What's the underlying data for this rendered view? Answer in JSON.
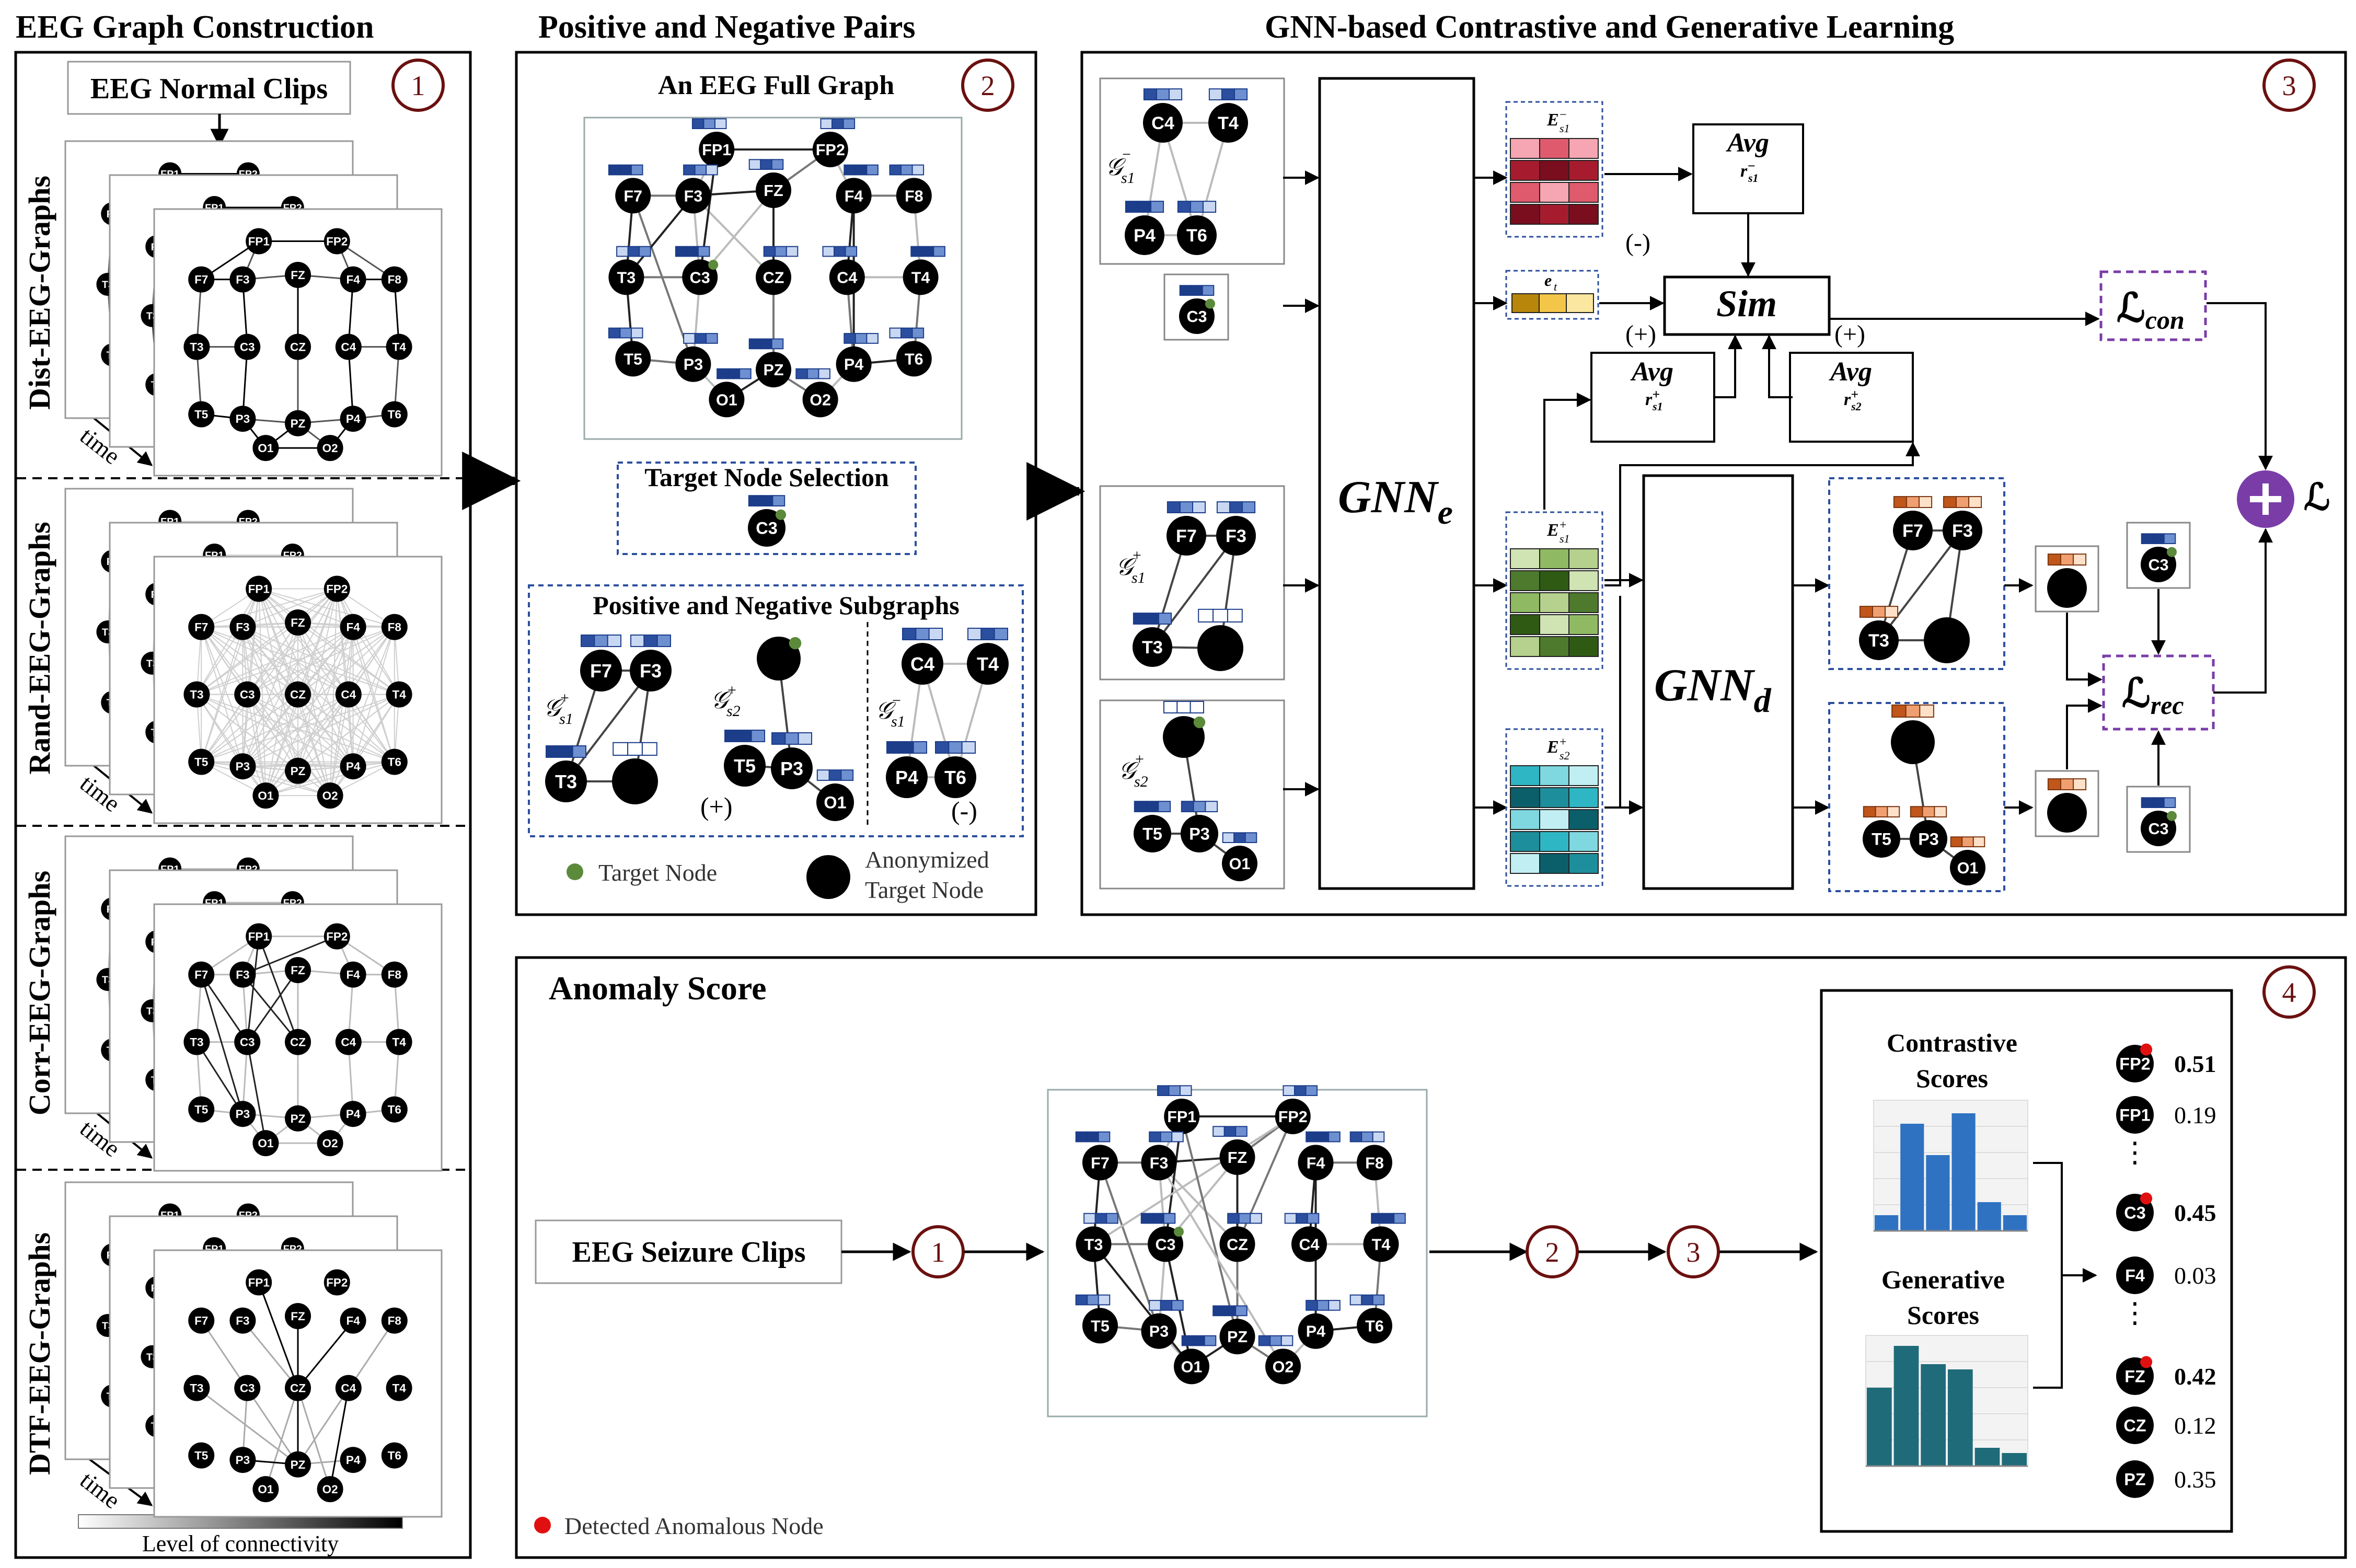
{
  "sections": {
    "s1": {
      "title": "EEG Graph Construction",
      "num": "1",
      "clips": "EEG Normal Clips"
    },
    "s2": {
      "title": "Positive and Negative Pairs",
      "num": "2",
      "full": "An EEG Full Graph",
      "sel": "Target Node Selection",
      "sub": "Positive and Negative Subgraphs",
      "plus": "(+)",
      "minus": "(-)"
    },
    "s3": {
      "title": "GNN-based Contrastive and Generative Learning",
      "num": "3"
    },
    "s4": {
      "title": "Anomaly Score",
      "num": "4",
      "clips": "EEG Seizure Clips"
    }
  },
  "graph_types": [
    "Dist-EEG-Graphs",
    "Rand-EEG-Graphs",
    "Corr-EEG-Graphs",
    "DTF-EEG-Graphs"
  ],
  "time_label": "time",
  "colorbar_label": "Level of connectivity",
  "electrodes": {
    "FP1": [
      0.33,
      0.05
    ],
    "FP2": [
      0.67,
      0.05
    ],
    "F7": [
      0.08,
      0.22
    ],
    "F3": [
      0.26,
      0.22
    ],
    "FZ": [
      0.5,
      0.2
    ],
    "F4": [
      0.74,
      0.22
    ],
    "F8": [
      0.92,
      0.22
    ],
    "T3": [
      0.06,
      0.52
    ],
    "C3": [
      0.28,
      0.52
    ],
    "CZ": [
      0.5,
      0.52
    ],
    "C4": [
      0.72,
      0.52
    ],
    "T4": [
      0.94,
      0.52
    ],
    "T5": [
      0.08,
      0.82
    ],
    "P3": [
      0.26,
      0.84
    ],
    "PZ": [
      0.5,
      0.86
    ],
    "P4": [
      0.74,
      0.84
    ],
    "T6": [
      0.92,
      0.82
    ],
    "O1": [
      0.36,
      0.97
    ],
    "O2": [
      0.64,
      0.97
    ]
  },
  "legend": {
    "target": "Target Node",
    "anon1": "Anonymized",
    "anon2": "Target Node",
    "detected": "Detected Anomalous Node"
  },
  "gnn": {
    "enc": "GNN",
    "enc_sub": "e",
    "dec": "GNN",
    "dec_sub": "d"
  },
  "sim": "Sim",
  "avg": "Avg",
  "losses": {
    "con": "ℒ",
    "con_sub": "con",
    "rec": "ℒ",
    "rec_sub": "rec",
    "total": "ℒ"
  },
  "signs": {
    "plus": "(+)",
    "minus": "(-)"
  },
  "subgraph_labels": {
    "neg": "𝒢",
    "neg_sub": "s1",
    "neg_sup": "−",
    "pos1": "𝒢",
    "pos1_sub": "s1",
    "pos_sup": "+",
    "pos2": "𝒢",
    "pos2_sub": "s2"
  },
  "emb_labels": {
    "Es1neg": "E",
    "Es1pos": "E",
    "Es2pos": "E",
    "et": "e",
    "et_sub": "t",
    "r_neg": "r",
    "r_pos1": "r",
    "r_pos2": "r"
  },
  "score_titles": {
    "con1": "Contrastive",
    "con2": "Scores",
    "gen1": "Generative",
    "gen2": "Scores"
  },
  "scores": [
    {
      "node": "FP2",
      "value": "0.51",
      "bold": true,
      "anom": true
    },
    {
      "node": "FP1",
      "value": "0.19",
      "bold": false,
      "anom": false
    },
    {
      "node": "C3",
      "value": "0.45",
      "bold": true,
      "anom": true
    },
    {
      "node": "F4",
      "value": "0.03",
      "bold": false,
      "anom": false
    },
    {
      "node": "FZ",
      "value": "0.42",
      "bold": true,
      "anom": true
    },
    {
      "node": "CZ",
      "value": "0.12",
      "bold": false,
      "anom": false
    },
    {
      "node": "PZ",
      "value": "0.35",
      "bold": false,
      "anom": false
    }
  ],
  "ellipsis": "⋮",
  "colors": {
    "black": "#000000",
    "maroon": "#6b1010",
    "purple": "#7a3da8",
    "blue": "#2b4f9e",
    "green": "#5a8a3a",
    "red": "#e01010",
    "teal": "#0f8a99"
  }
}
